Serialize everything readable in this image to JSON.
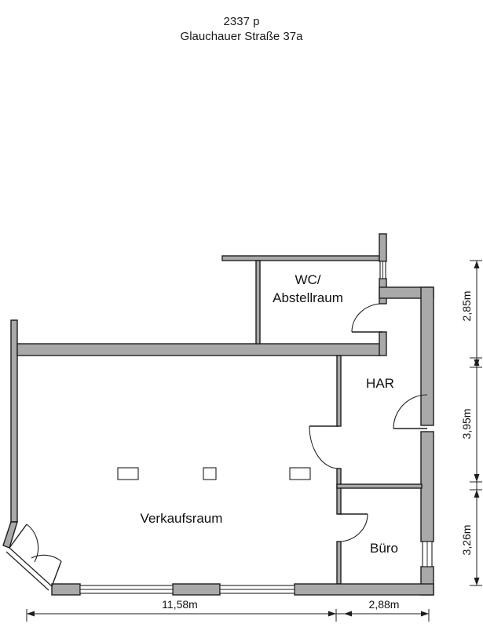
{
  "header": {
    "object_number": "2337 p",
    "address": "Glauchauer Straße 37a"
  },
  "rooms": {
    "wc_line1": "WC/",
    "wc_line2": "Abstellraum",
    "har": "HAR",
    "verkaufsraum": "Verkaufsraum",
    "buero": "Büro"
  },
  "dimensions": {
    "width_main": "11,58m",
    "width_side": "2,88m",
    "height_wc": "2,85m",
    "height_har": "3,95m",
    "height_buero": "3,26m"
  }
}
